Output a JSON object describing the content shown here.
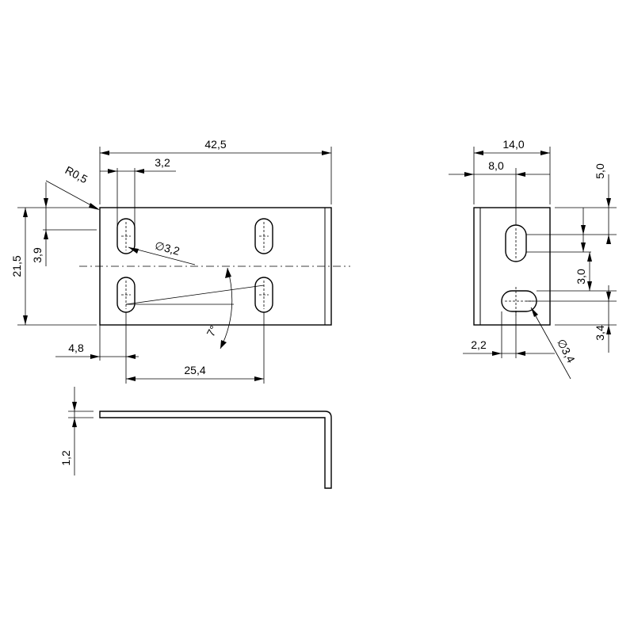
{
  "labels": {
    "overall_width": "42,5",
    "slot_width_top": "3,2",
    "corner_radius": "R0,5",
    "height": "21,5",
    "slot_offset": "3,9",
    "hole_diameter_front": "∅3,2",
    "angle": "7°",
    "edge_offset": "4,8",
    "hole_spacing": "25,4",
    "side_width": "14,0",
    "side_slot_offset": "8,0",
    "side_top_offset": "5,0",
    "side_slot_spacing": "3,0",
    "side_bottom_offset": "3,4",
    "side_edge_offset": "2,2",
    "hole_diameter_side": "∅3,4",
    "thickness": "1,2"
  }
}
